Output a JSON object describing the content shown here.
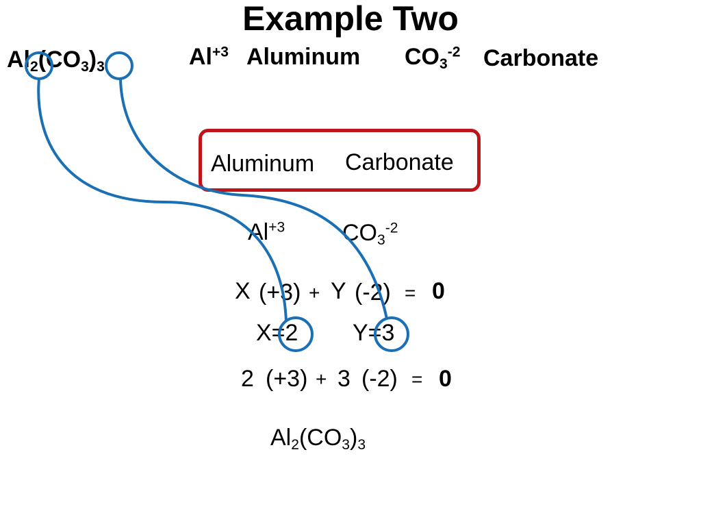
{
  "title": "Example Two",
  "header": {
    "formula": {
      "al": "Al",
      "al_sub": "2",
      "paren_open": "(CO",
      "co3_sub": "3",
      "paren_close": ")",
      "group_sub": "3"
    },
    "al_ion": {
      "symbol": "Al",
      "charge": "+3"
    },
    "al_name": "Aluminum",
    "co3_ion": {
      "symbol": "CO",
      "sub": "3",
      "charge": "-2"
    },
    "co3_name": "Carbonate"
  },
  "name_box": {
    "first": "Aluminum",
    "second": "Carbonate"
  },
  "ions": {
    "al": {
      "symbol": "Al",
      "charge": "+3"
    },
    "co3": {
      "symbol": "CO",
      "sub": "3",
      "charge": "-2"
    }
  },
  "equation1": {
    "x": "X",
    "al_charge": "(+3)",
    "plus": "+",
    "y": "Y",
    "co3_charge": "(-2)",
    "equals": "=",
    "result": "0"
  },
  "solutions": {
    "x": "X=2",
    "y": "Y=3"
  },
  "equation2": {
    "x": "2",
    "al_charge": "(+3)",
    "plus": "+",
    "y": "3",
    "co3_charge": "(-2)",
    "equals": "=",
    "result": "0"
  },
  "final_formula": {
    "al": "Al",
    "al_sub": "2",
    "paren_open": "(CO",
    "co3_sub": "3",
    "paren_close": ")",
    "group_sub": "3"
  },
  "colors": {
    "arrow": "#1a6fb5",
    "box_border": "#c0141b",
    "text": "#000000"
  }
}
